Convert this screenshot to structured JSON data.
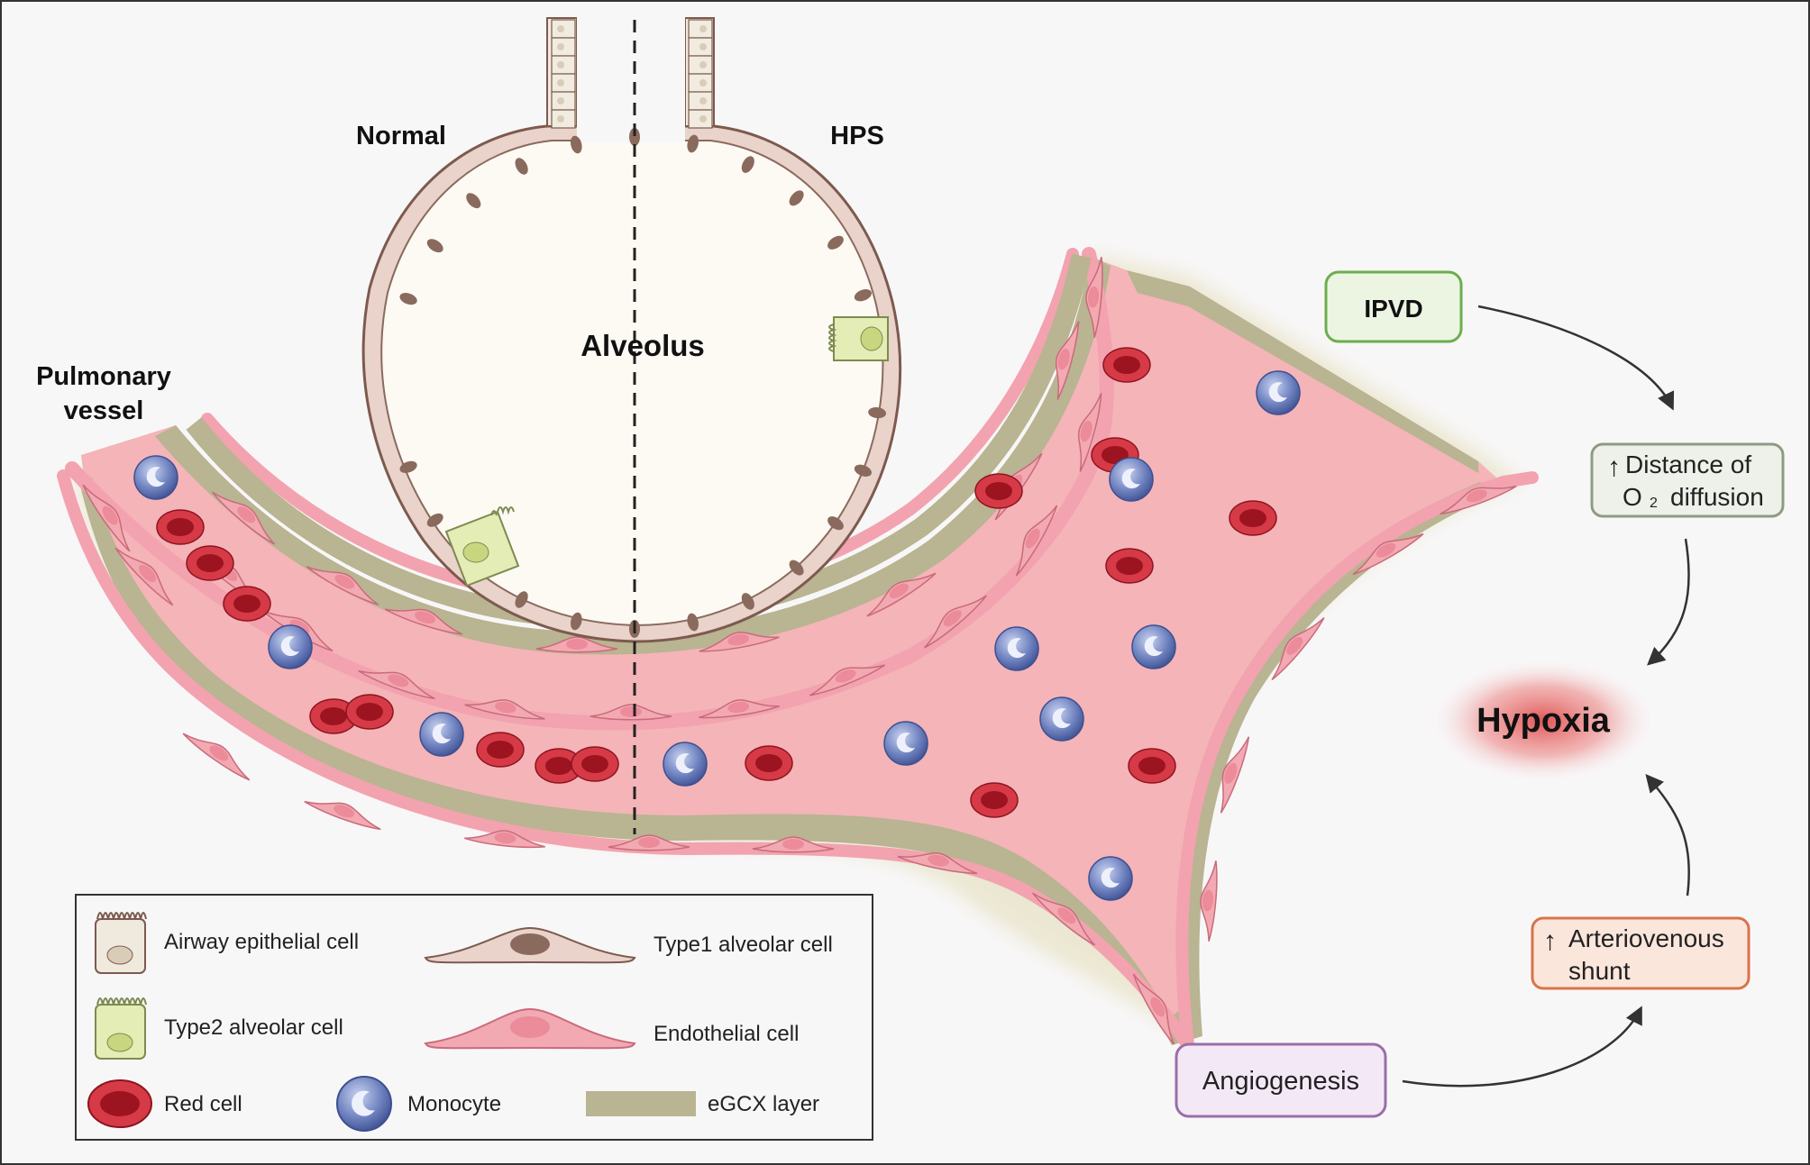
{
  "labels": {
    "normal": "Normal",
    "hps": "HPS",
    "alveolus": "Alveolus",
    "pulmonary_vessel_line1": "Pulmonary",
    "pulmonary_vessel_line2": "vessel"
  },
  "flow": {
    "ipvd": "IPVD",
    "distance_line1": "Distance of",
    "distance_line2_o": "O",
    "distance_line2_sub": "2",
    "distance_line2_rest": "diffusion",
    "hypoxia": "Hypoxia",
    "shunt_line1": "Arteriovenous",
    "shunt_line2": "shunt",
    "angiogenesis": "Angiogenesis",
    "up_arrow": "↑"
  },
  "legend": {
    "airway": "Airway epithelial cell",
    "type2": "Type2 alveolar cell",
    "red_cell": "Red cell",
    "monocyte": "Monocyte",
    "type1": "Type1 alveolar cell",
    "endothelial": "Endothelial cell",
    "egcx": "eGCX layer"
  },
  "colors": {
    "background": "#f8f7f8",
    "vessel_lumen": "#f4b6b9",
    "egcx": "#b9b491",
    "endothelium": "#f2a9b2",
    "red_cell": "#c21e2c",
    "monocyte": "#5e73b4",
    "alveolus_fill": "#fdfaf3",
    "alveolar_wall": "#e9d3cb",
    "type2_cell": "#e4edb6",
    "ipvd_border": "#6cae4d",
    "distance_border": "#8d9b84",
    "shunt_border": "#d8744a",
    "angiogenesis_border": "#9a6fa8",
    "hypoxia_glow": "#e25a5a",
    "arrow_up": "#d81e1e"
  }
}
